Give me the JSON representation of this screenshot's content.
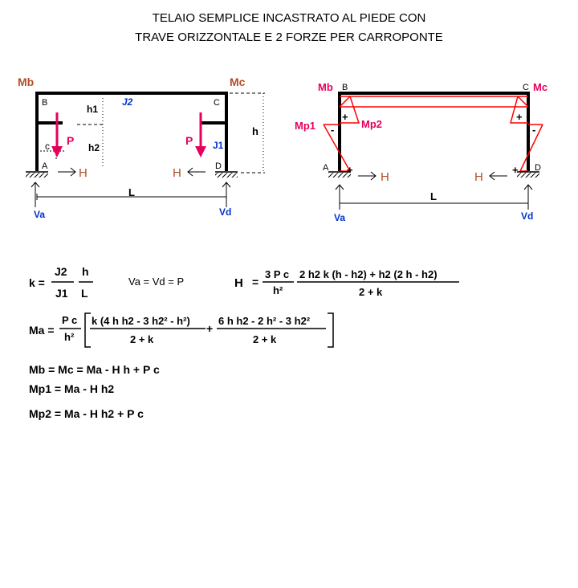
{
  "title": {
    "line1": "TELAIO SEMPLICE   INCASTRATO AL PIEDE CON",
    "line2": "TRAVE ORIZZONTALE   E   2 FORZE PER CARROPONTE"
  },
  "colors": {
    "black": "#000000",
    "red": "#ff0000",
    "magenta": "#e6005c",
    "blue": "#0033cc",
    "brown": "#b34d26"
  },
  "frame_left": {
    "moment_b": "Mb",
    "moment_c": "Mc",
    "node_a": "A",
    "node_b": "B",
    "node_c": "C",
    "node_d": "D",
    "beam": "J2",
    "column": "J1",
    "h1": "h1",
    "h2": "h2",
    "h": "h",
    "c": "c",
    "force_p_left": "P",
    "force_p_right": "P",
    "force_h_left": "H",
    "force_h_right": "H",
    "span": "L",
    "reaction_a": "Va",
    "reaction_d": "Vd"
  },
  "frame_right": {
    "moment_b": "Mb",
    "moment_c": "Mc",
    "node_a": "A",
    "node_b": "B",
    "node_c": "C",
    "node_d": "D",
    "mp1": "Mp1",
    "mp2": "Mp2",
    "plus": "+",
    "minus": "-",
    "force_h_left": "H",
    "force_h_right": "H",
    "span": "L",
    "reaction_a": "Va",
    "reaction_d": "Vd"
  },
  "formulas": {
    "k_lhs": "k =",
    "k_num1": "J2",
    "k_den1": "J1",
    "k_num2": "h",
    "k_den2": "L",
    "va_vd": "Va = Vd = P",
    "h_lhs": "H",
    "h_eq": "=",
    "h_num1": "3 P c",
    "h_den1": "h²",
    "h_num2": "2 h2 k (h - h2) + h2 (2 h - h2)",
    "h_den2": "2 + k",
    "ma_lhs": "Ma =",
    "ma_num1": "P c",
    "ma_den1": "h²",
    "ma_num2": "k (4 h h2 - 3 h2² - h²)",
    "ma_den2": "2 + k",
    "ma_plus": "+",
    "ma_num3": "6 h h2 - 2 h² - 3 h2²",
    "ma_den3": "2 + k",
    "mb_mc": "Mb = Mc = Ma - H h + P c",
    "mp1": "Mp1 =  Ma - H h2",
    "mp2": "Mp2 =  Ma - H h2 + P c"
  }
}
